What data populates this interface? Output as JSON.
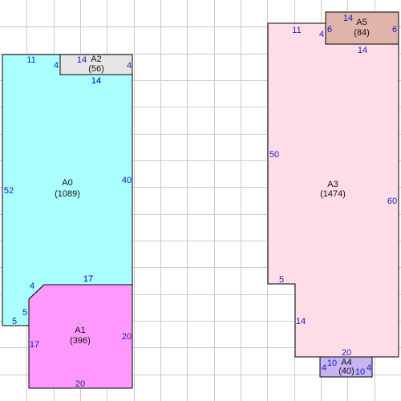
{
  "colors": {
    "background": "#ffffff",
    "grid": "#cccccc",
    "outline": "#000000",
    "dimension_text": "#1a1acc",
    "A0": "#aaffff",
    "A1": "#ff99ff",
    "A2": "#e6e6e6",
    "A3": "#ffdde6",
    "A4": "#c8b4f0",
    "A5": "#e0b4aa"
  },
  "areas": [
    {
      "id": "A0",
      "label": "A0",
      "area": "(1089)",
      "dims": [
        "11",
        "4",
        "14",
        "40",
        "17",
        "4",
        "5",
        "5",
        "52"
      ]
    },
    {
      "id": "A1",
      "label": "A1",
      "area": "(396)",
      "dims": [
        "17",
        "20",
        "20",
        "17"
      ]
    },
    {
      "id": "A2",
      "label": "A2",
      "area": "(56)",
      "dims": [
        "14",
        "4",
        "14"
      ]
    },
    {
      "id": "A3",
      "label": "A3",
      "area": "(1474)",
      "dims": [
        "11",
        "4",
        "14",
        "60",
        "20",
        "14",
        "5",
        "50"
      ]
    },
    {
      "id": "A4",
      "label": "A4",
      "area": "(40)",
      "dims": [
        "4",
        "10",
        "10",
        "4"
      ]
    },
    {
      "id": "A5",
      "label": "A5",
      "area": "(84)",
      "dims": [
        "14",
        "6",
        "6"
      ]
    }
  ]
}
